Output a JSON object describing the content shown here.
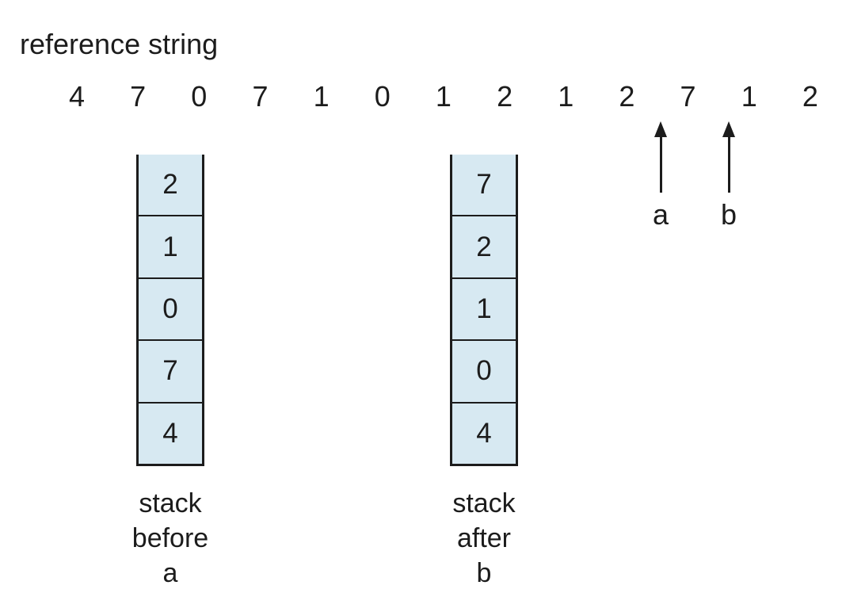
{
  "title": "reference string",
  "reference_string": [
    "4",
    "7",
    "0",
    "7",
    "1",
    "0",
    "1",
    "2",
    "1",
    "2",
    "7",
    "1",
    "2"
  ],
  "stacks": {
    "before": {
      "cells": [
        "2",
        "1",
        "0",
        "7",
        "4"
      ],
      "label_lines": [
        "stack",
        "before",
        "a"
      ]
    },
    "after": {
      "cells": [
        "7",
        "2",
        "1",
        "0",
        "4"
      ],
      "label_lines": [
        "stack",
        "after",
        "b"
      ]
    }
  },
  "arrows": [
    {
      "label": "a"
    },
    {
      "label": "b"
    }
  ],
  "colors": {
    "cell_fill": "#d7e9f2",
    "line": "#1c1c1c",
    "background": "#ffffff"
  }
}
